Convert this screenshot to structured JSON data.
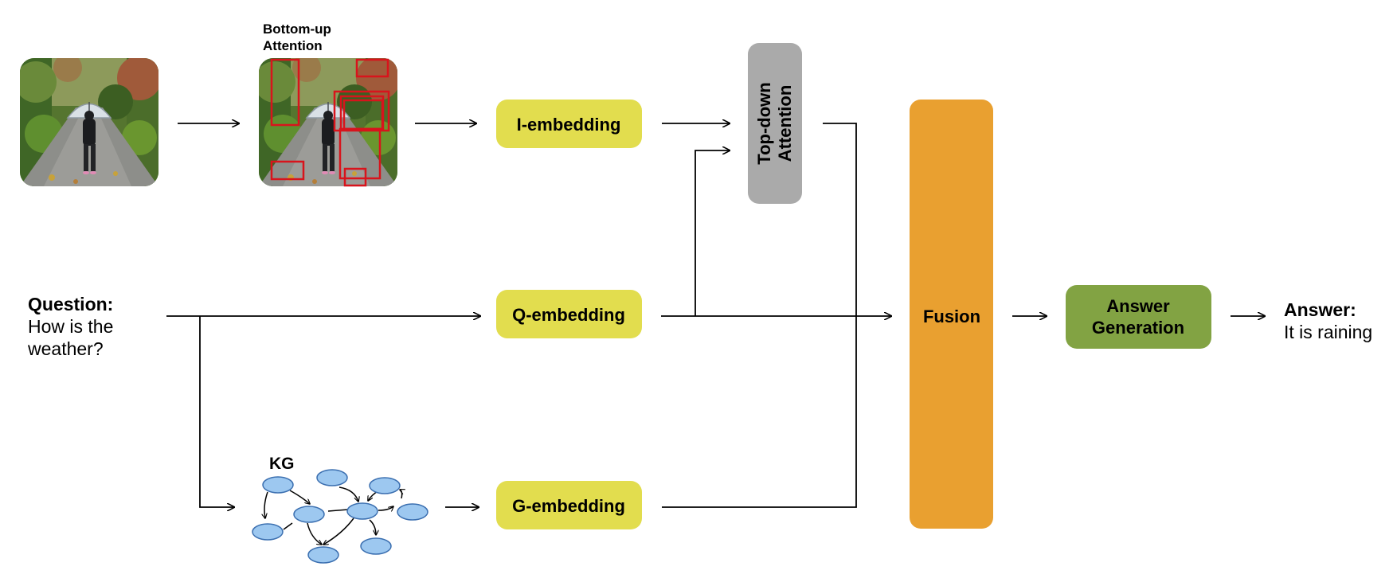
{
  "photo": {
    "alt": "person with clear umbrella walking on forest path"
  },
  "bottom_up": {
    "title_line1": "Bottom-up",
    "title_line2": "Attention"
  },
  "question": {
    "heading": "Question:",
    "line1": "How is the",
    "line2": "weather?"
  },
  "kg": {
    "title": "KG"
  },
  "embeddings": {
    "image": "I-embedding",
    "question": "Q-embedding",
    "graph": "G-embedding"
  },
  "top_down": {
    "line1": "Top-down",
    "line2": "Attention"
  },
  "fusion": {
    "label": "Fusion"
  },
  "answer_generation": {
    "line1": "Answer",
    "line2": "Generation"
  },
  "answer": {
    "heading": "Answer:",
    "text": "It is raining"
  },
  "colors": {
    "embedding_fill": "#e2dd4e",
    "top_down_fill": "#aaaaaa",
    "fusion_fill": "#e9a030",
    "answer_gen_fill": "#82a343",
    "kg_node_fill": "#9dc8f0",
    "kg_node_stroke": "#3b6fb0",
    "attention_box": "#d8141c",
    "arrow": "#000000"
  }
}
